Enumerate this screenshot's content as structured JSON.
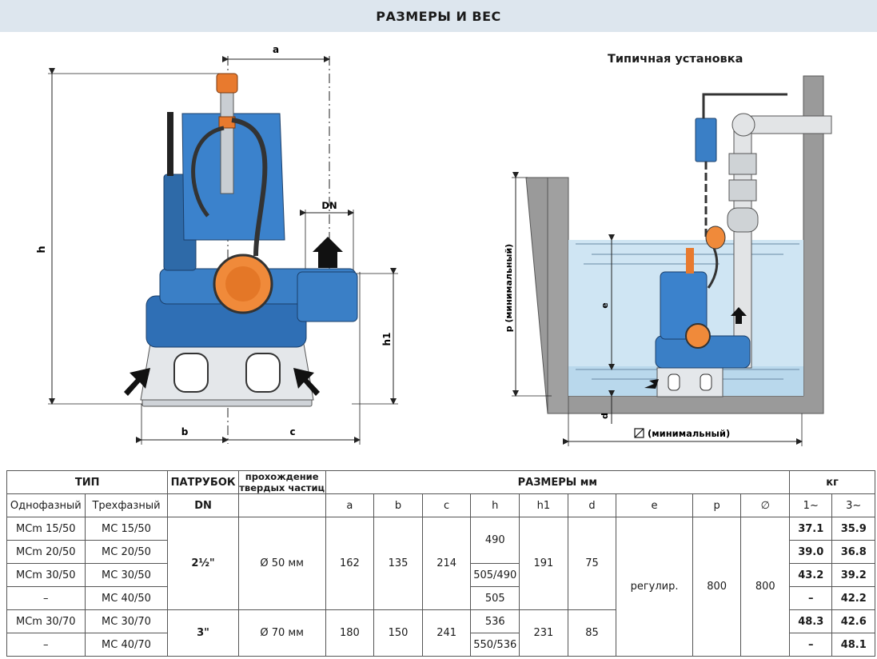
{
  "title": "РАЗМЕРЫ И ВЕС",
  "installation_title": "Типичная установка",
  "drawing_labels": {
    "a": "a",
    "b": "b",
    "c": "c",
    "h": "h",
    "h1": "h1",
    "dn": "DN",
    "p": "p  (минимальный)",
    "e": "e",
    "d": "d",
    "diam": "(минимальный)"
  },
  "table": {
    "h_type": "ТИП",
    "h_port": "ПАТРУБОК",
    "h_solids": "прохождение твердых частиц",
    "h_dims": "РАЗМЕРЫ  мм",
    "h_kg": "кг",
    "h_single": "Однофазный",
    "h_three": "Трехфазный",
    "h_dn": "DN",
    "h_a": "a",
    "h_b": "b",
    "h_c": "c",
    "h_h": "h",
    "h_h1": "h1",
    "h_d": "d",
    "h_e": "e",
    "h_p": "p",
    "h_diam": "∅",
    "h_kg1": "1~",
    "h_kg3": "3~",
    "rows": [
      {
        "single": "MCm 15/50",
        "three": "MC 15/50",
        "kg1": "37.1",
        "kg3": "35.9"
      },
      {
        "single": "MCm 20/50",
        "three": "MC 20/50",
        "kg1": "39.0",
        "kg3": "36.8"
      },
      {
        "single": "MCm 30/50",
        "three": "MC 30/50",
        "kg1": "43.2",
        "kg3": "39.2"
      },
      {
        "single": "–",
        "three": "MC 40/50",
        "kg1": "–",
        "kg3": "42.2"
      },
      {
        "single": "MCm 30/70",
        "three": "MC 30/70",
        "kg1": "48.3",
        "kg3": "42.6"
      },
      {
        "single": "–",
        "three": "MC 40/70",
        "kg1": "–",
        "kg3": "48.1"
      }
    ],
    "g1": {
      "dn": "2½\"",
      "solids": "Ø 50 мм",
      "a": "162",
      "b": "135",
      "c": "214",
      "h_a": "490",
      "h_b": "505/490",
      "h_c": "505",
      "h1": "191",
      "d": "75"
    },
    "g2": {
      "dn": "3\"",
      "solids": "Ø 70 мм",
      "a": "180",
      "b": "150",
      "c": "241",
      "h_a": "536",
      "h_b": "550/536",
      "h1": "231",
      "d": "85"
    },
    "e": "регулир.",
    "p": "800",
    "diam": "800"
  }
}
